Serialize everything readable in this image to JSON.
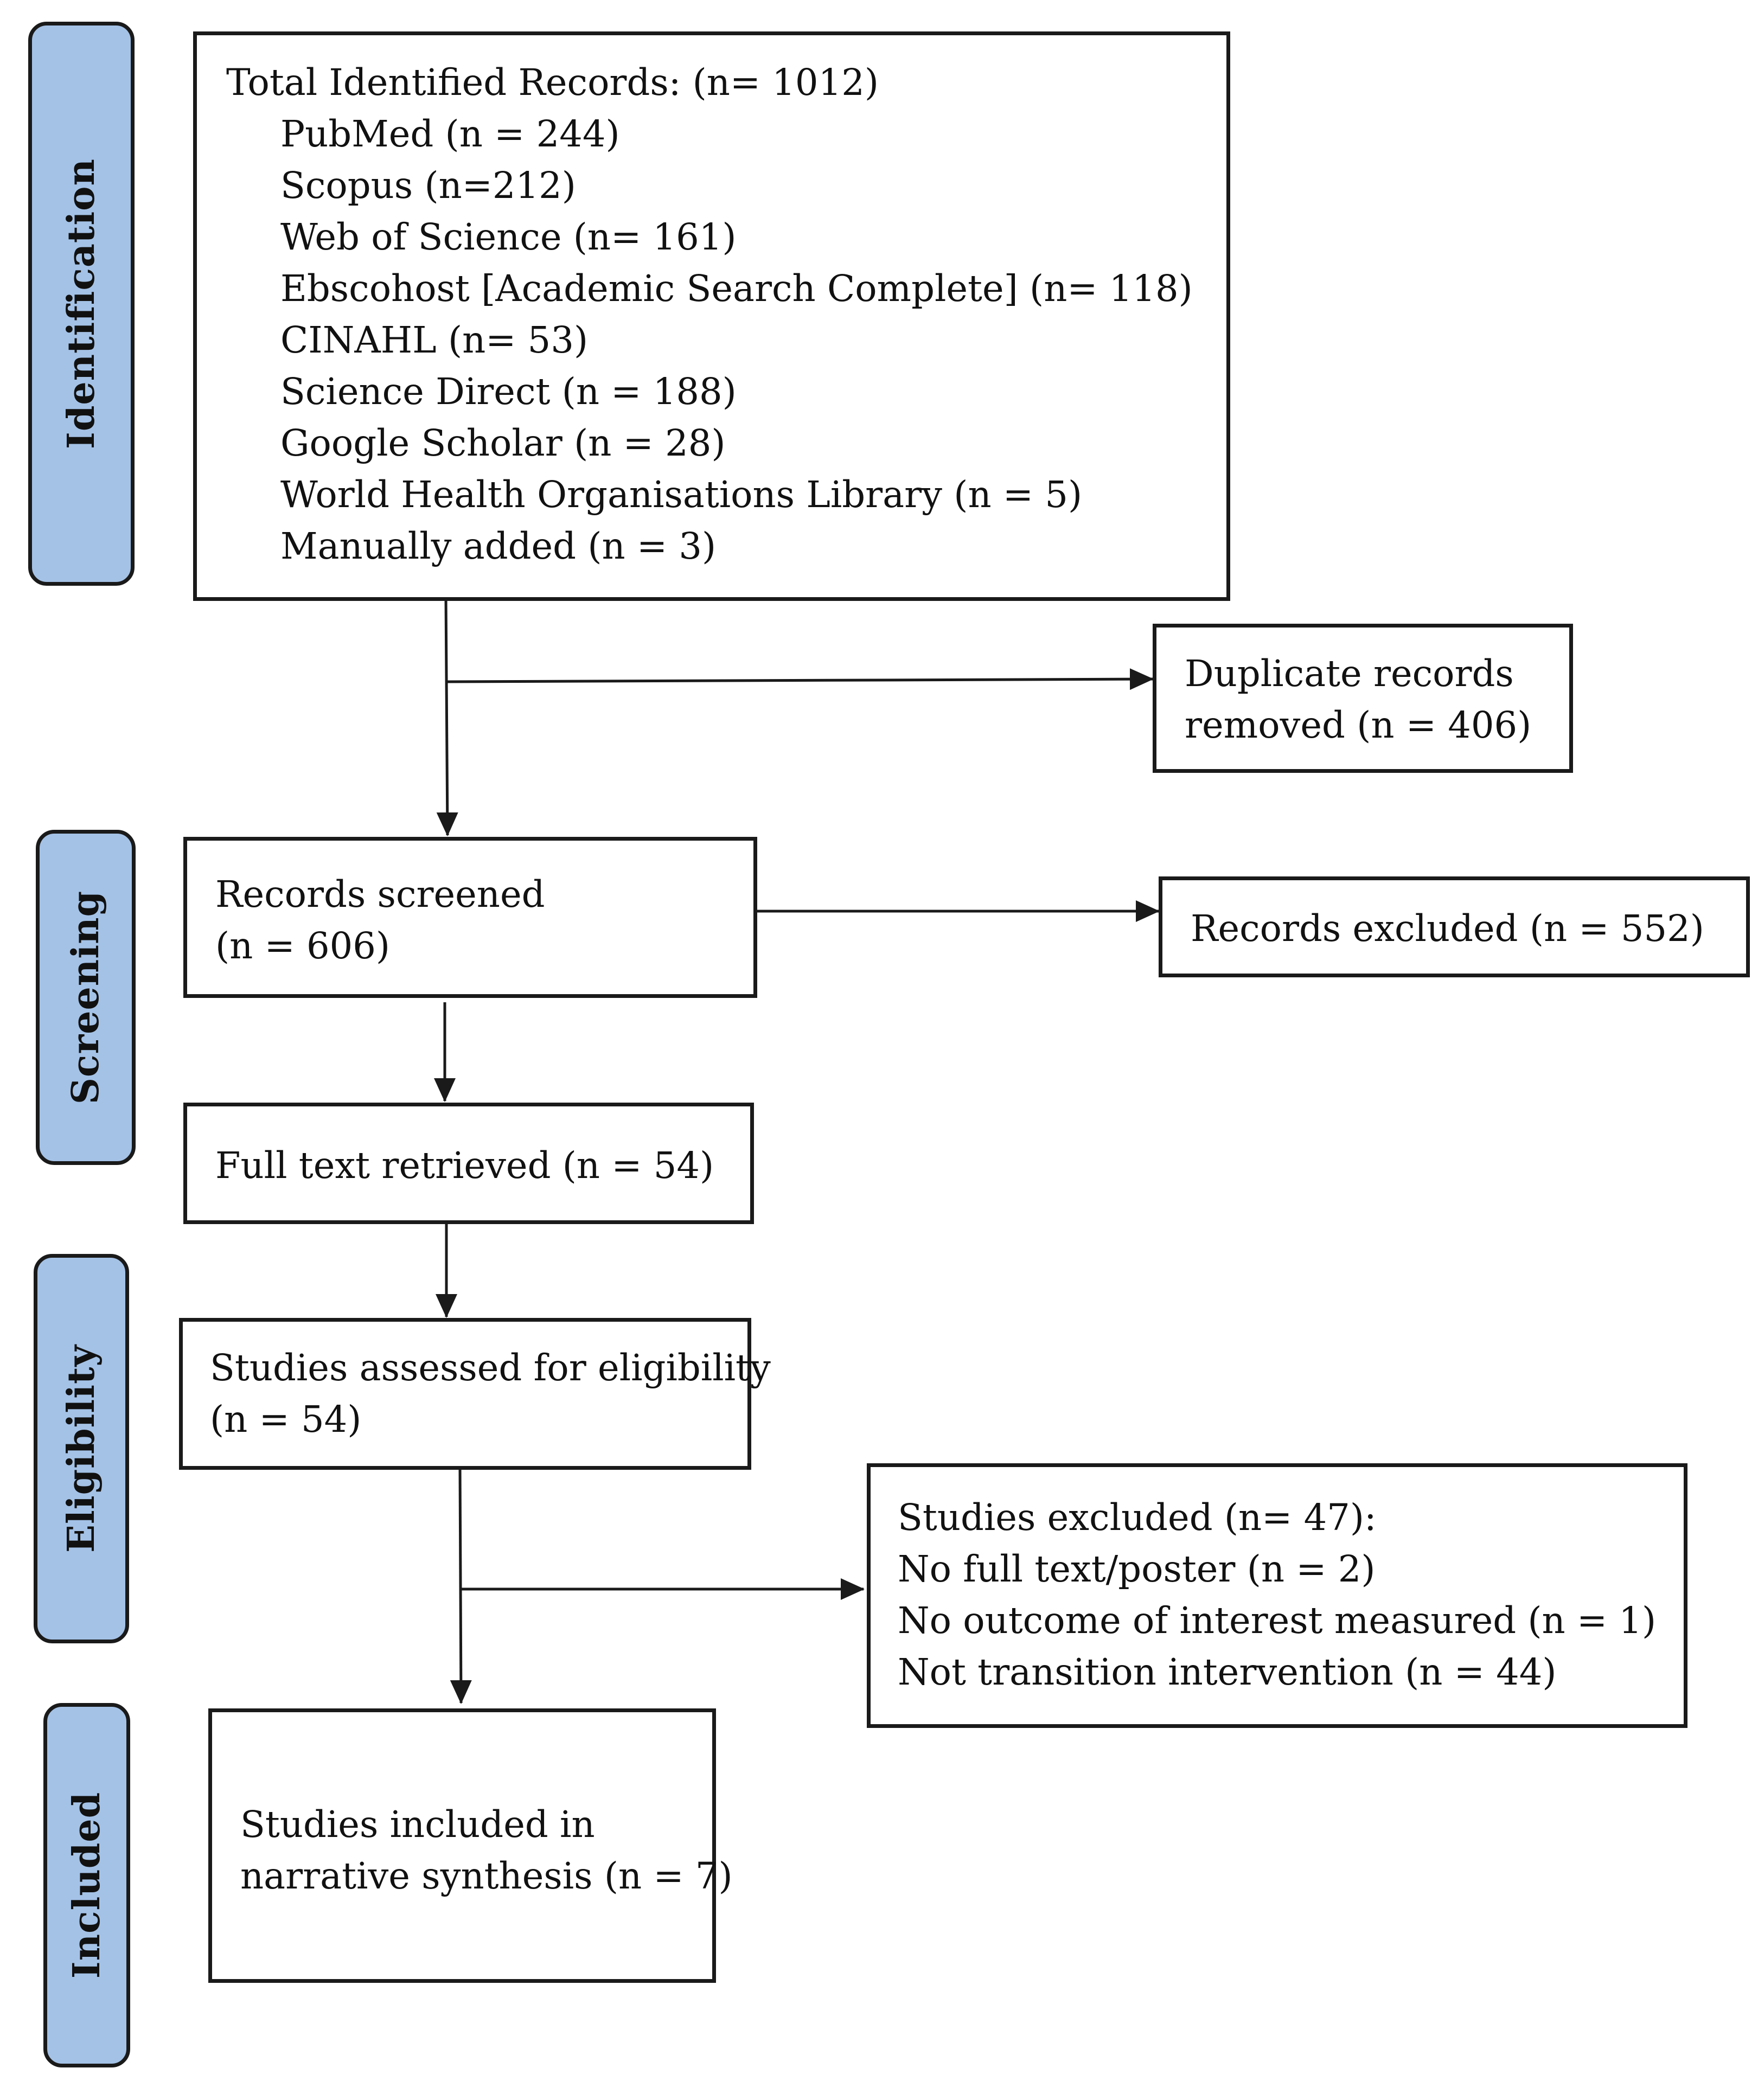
{
  "stages": {
    "identification": "Identification",
    "screening": "Screening",
    "eligibility": "Eligibility",
    "included": "Included"
  },
  "identification_box": {
    "title": "Total Identified Records: (n= 1012)",
    "sources": [
      "PubMed (n = 244)",
      "Scopus (n=212)",
      "Web of Science (n= 161)",
      "Ebscohost [Academic Search Complete] (n= 118)",
      "CINAHL (n= 53)",
      "Science Direct (n = 188)",
      "Google Scholar (n = 28)",
      "World Health Organisations Library (n = 5)",
      "Manually added (n = 3)"
    ]
  },
  "duplicates_box": {
    "lines": [
      "Duplicate records",
      "removed (n = 406)"
    ]
  },
  "screened_box": {
    "lines": [
      "Records screened",
      "(n = 606)"
    ]
  },
  "excluded_records_box": {
    "lines": [
      "Records excluded (n = 552)"
    ]
  },
  "fulltext_box": {
    "lines": [
      "Full text retrieved (n = 54)"
    ]
  },
  "eligibility_box": {
    "lines": [
      "Studies assessed for eligibility",
      "(n = 54)"
    ]
  },
  "excluded_studies_box": {
    "lines": [
      "Studies excluded (n= 47):",
      "No full text/poster (n = 2)",
      "No outcome of interest measured (n = 1)",
      "Not transition intervention (n = 44)"
    ]
  },
  "included_box": {
    "lines": [
      "Studies included in",
      "narrative synthesis (n = 7)"
    ]
  },
  "colors": {
    "stage_fill": "#a4c2e6",
    "border": "#1a1a1a"
  }
}
